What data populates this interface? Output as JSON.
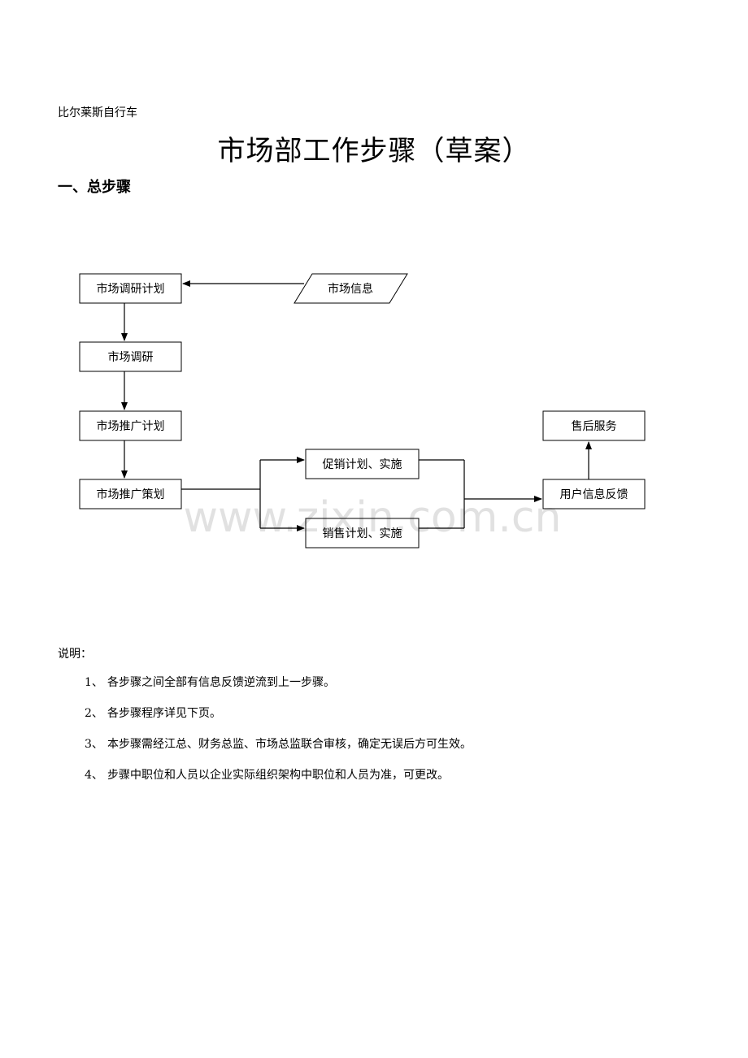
{
  "header": {
    "company": "比尔莱斯自行车",
    "title": "市场部工作步骤（草案）",
    "section_title": "一、总步骤"
  },
  "flowchart": {
    "nodes": {
      "market_research_plan": "市场调研计划",
      "market_info": "市场信息",
      "market_research": "市场调研",
      "promotion_plan": "市场推广计划",
      "promotion_planning": "市场推广策划",
      "sales_promo_plan": "促销计划、实施",
      "sales_plan": "销售计划、实施",
      "user_feedback": "用户信息反馈",
      "after_sales": "售后服务"
    },
    "watermark": "www.zixin.com.cn"
  },
  "notes": {
    "heading": "说明：",
    "items": [
      {
        "num": "1、",
        "text": "各步骤之间全部有信息反馈逆流到上一步骤。"
      },
      {
        "num": "2、",
        "text": "各步骤程序详见下页。"
      },
      {
        "num": "3、",
        "text": "本步骤需经江总、财务总监、市场总监联合审核，确定无误后方可生效。"
      },
      {
        "num": "4、",
        "text": "步骤中职位和人员以企业实际组织架构中职位和人员为准，可更改。"
      }
    ]
  }
}
